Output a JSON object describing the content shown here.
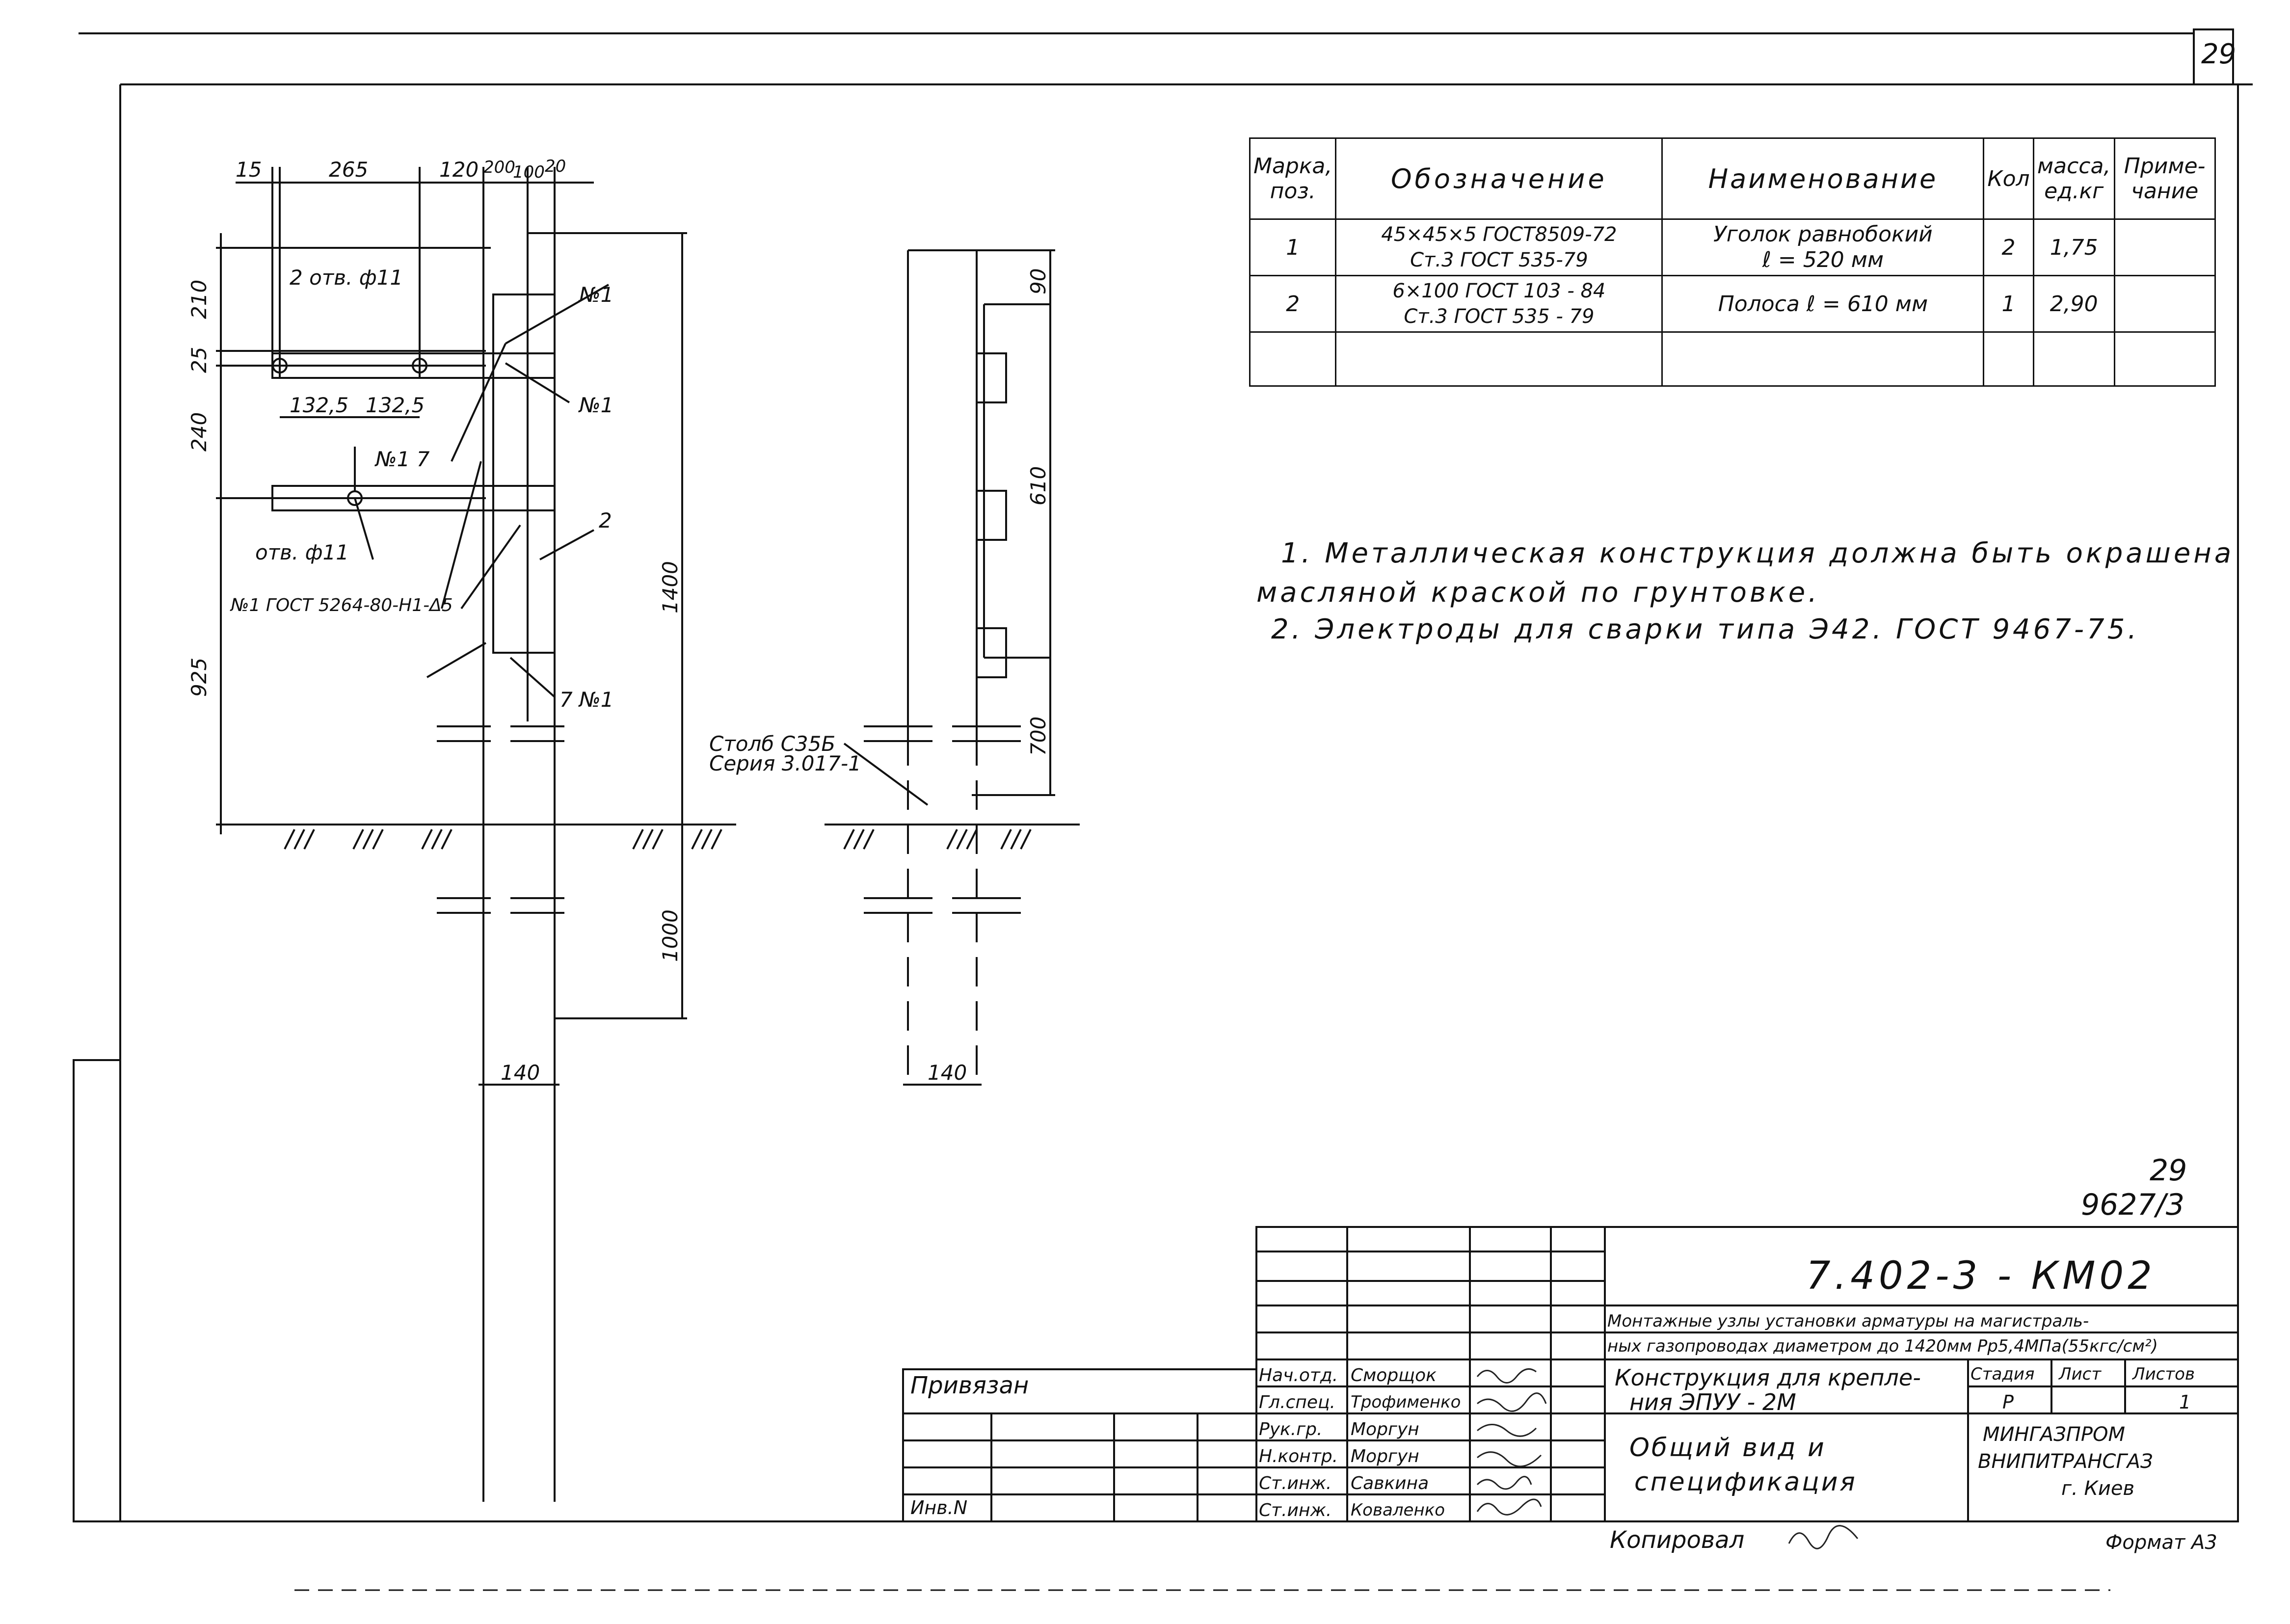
{
  "sheet": {
    "page_number": "29",
    "corner_number": "29",
    "registration_number": "9627/3",
    "document_code": "7.402-3 - КМ02",
    "format_label": "Формат А3",
    "copied_label": "Копировал"
  },
  "spec_table": {
    "headers": [
      "Марка, поз.",
      "Обозначение",
      "Наименование",
      "Кол",
      "масса, ед.кг",
      "Приме-чание"
    ],
    "rows": [
      {
        "mark": "1",
        "designation_top": "45×45×5 ГОСТ8509-72",
        "designation_bottom": "Ст.3   ГОСТ 535-79",
        "name_line1": "Уголок равнобокий",
        "name_line2": "ℓ = 520 мм",
        "qty": "2",
        "mass": "1,75",
        "note": ""
      },
      {
        "mark": "2",
        "designation_top": "6×100 ГОСТ 103 - 84",
        "designation_bottom": "Ст.3  ГОСТ 535 - 79",
        "name_line1": "Полоса  ℓ = 610 мм",
        "name_line2": "",
        "qty": "1",
        "mass": "2,90",
        "note": ""
      }
    ]
  },
  "notes": [
    "1. Металлическая конструкция должна быть окрашена",
    "масляной краской по грунтовке.",
    "2. Электроды для сварки типа Э42. ГОСТ 9467-75."
  ],
  "drawing_labels": {
    "dim_15": "15",
    "dim_265": "265",
    "dim_120": "120",
    "dim_200": "200",
    "dim_100": "100",
    "dim_20": "20",
    "dim_210": "210",
    "dim_25": "25",
    "dim_240": "240",
    "dim_925": "925",
    "dim_1400": "1400",
    "dim_1000": "1000",
    "dim_1325a": "132,5",
    "dim_1325b": "132,5",
    "dim_140_left": "140",
    "dim_140_right": "140",
    "dim_90": "90",
    "dim_610": "610",
    "dim_700": "700",
    "hole2": "2 отв. ф11",
    "hole1": "отв. ф11",
    "weld_n1_top": "№1",
    "weld_n1_mid": "№1",
    "weld_n17": "№1 7",
    "weld_spec": "№1 ГОСТ 5264-80-Н1-Δ5",
    "weld_7n1": "7 №1",
    "pos2": "2",
    "post_line1": "Столб С35Б",
    "post_line2": "Серия 3.017-1"
  },
  "title_block": {
    "description_line1": "Монтажные узлы установки арматуры на магистраль-",
    "description_line2": "ных газопроводах диаметром до 1420мм Рр5,4МПа(55кгс/см²)",
    "title_line1": "Конструкция для крепле-",
    "title_line2": "ния ЭПУУ - 2М",
    "subtitle_line1": "Общий вид и",
    "subtitle_line2": "спецификация",
    "stage_header": "Стадия",
    "sheet_header": "Лист",
    "sheets_header": "Листов",
    "stage_value": "Р",
    "sheet_value": "",
    "sheets_value": "1",
    "org_line1": "МИНГАЗПРОМ",
    "org_line2": "ВНИПИТРАНСГАЗ",
    "org_line3": "г. Киев",
    "bound_label": "Привязан",
    "inv_label": "Инв.N",
    "roles": [
      {
        "role": "Нач.отд.",
        "name": "Сморщок"
      },
      {
        "role": "Гл.спец.",
        "name": "Трофименко"
      },
      {
        "role": "Рук.гр.",
        "name": "Моргун"
      },
      {
        "role": "Н.контр.",
        "name": "Моргун"
      },
      {
        "role": "Ст.инж.",
        "name": "Савкина"
      },
      {
        "role": "Ст.инж.",
        "name": "Коваленко"
      }
    ]
  }
}
